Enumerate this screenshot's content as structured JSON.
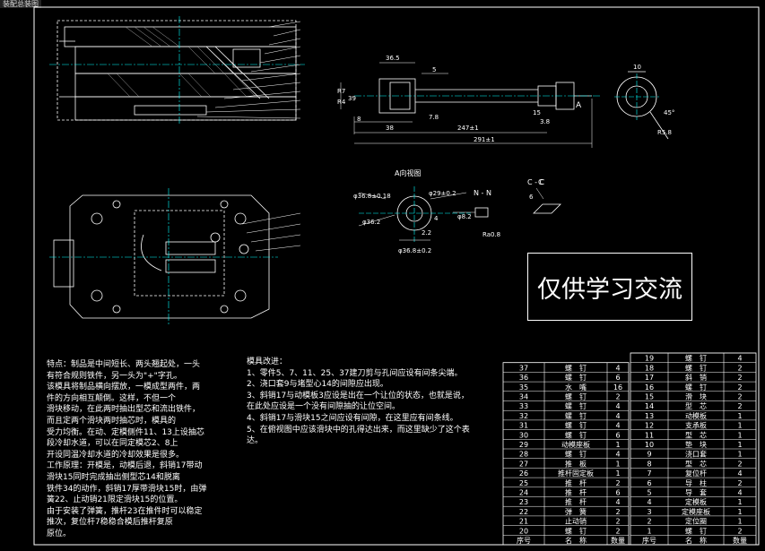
{
  "window_title": "装配总装图",
  "watermark": "仅供学习交流",
  "views": {
    "view_a": "A向视图",
    "section_nn": "N - N",
    "section_cc": "C - C",
    "label_a": "A",
    "label_c": "C"
  },
  "dimensions": {
    "d_36_5": "36.5",
    "d_5": "5",
    "d_7_8": "7.8",
    "d_38": "38",
    "d_8": "8",
    "d_247": "247±1",
    "d_291": "291±1",
    "d_3_8": "3.8",
    "d_15": "15",
    "d_10": "10",
    "d_45": "45°",
    "d_r58": "R5.8",
    "d_r7": "R7",
    "d_r4": "R4",
    "d_phi36": "φ36.8±0.18",
    "d_phi29": "φ29±0.2",
    "d_phi36_2": "φ36.2",
    "d_4": "4",
    "d_phi8_2": "φ8.2",
    "d_2_2": "2.2",
    "d_phi36_8": "φ36.8±0.2",
    "d_ra": "Ra0.8",
    "d_6": "6",
    "d_39": "39"
  },
  "notes_left": [
    "特点：制品是中间短长、两头翘起处，一头",
    "有符合规则铁件，另一头为\"+\"字孔。",
    "该模具将制品横向摆放，一模成型两件，两",
    "件的方向相互颠倒。这样，不但一个",
    "滑块移动，在此两时抽出型芯和流出铁件，",
    "而且定两个滑块两时抽芯时，模具的",
    "受力均衡。在动、定模侧件11、13上设抽芯",
    "段冷却水道，可以在同定模芯2、8上",
    "开设同温冷却水道的冷却效果是很多。",
    "工作原理：开模是，动模后退，斜销17带动",
    "滑块15同时完成抽出侧型芯14和脱离",
    "铁件34的动作，斜销17厚带滑块15时，由弹",
    "簧22、止动销21限定滑块15的位置。",
    "由于安装了弹簧，推杆23在推件时可以稳定",
    "推次，复位杆7稳稳合模后推杆复原",
    "原位。"
  ],
  "notes_right_title": "模具改进：",
  "notes_right": [
    "1、零件5、7、11、25、37建刀剪与孔间应设有间条尖端。",
    "2、浇口套9与堵型心14的间隙应出现。",
    "3、斜销17与动模板3应设是出在一个让位的状态，也就是说，",
    "在此处应设是一个没有间隙抽的让位空间。",
    "4、斜销17与滑块15之间应设有间隙，在这里应有间条线。",
    "5、在俯视图中应该滑块中的孔得达出来，而这里缺少了这个表",
    "达。"
  ],
  "bom": {
    "left": [
      {
        "no": "37",
        "name": "螺　钉",
        "qty": "4"
      },
      {
        "no": "36",
        "name": "螺　钉",
        "qty": "6"
      },
      {
        "no": "35",
        "name": "水　嘴",
        "qty": "16"
      },
      {
        "no": "34",
        "name": "螺　钉",
        "qty": "2"
      },
      {
        "no": "33",
        "name": "螺　钉",
        "qty": "4"
      },
      {
        "no": "32",
        "name": "螺　钉",
        "qty": "4"
      },
      {
        "no": "31",
        "name": "螺　钉",
        "qty": "4"
      },
      {
        "no": "30",
        "name": "螺　钉",
        "qty": "6"
      },
      {
        "no": "29",
        "name": "动模座板",
        "qty": "1"
      },
      {
        "no": "28",
        "name": "螺　钉",
        "qty": "4"
      },
      {
        "no": "27",
        "name": "推　板",
        "qty": "1"
      },
      {
        "no": "26",
        "name": "推杆固定板",
        "qty": "1"
      },
      {
        "no": "25",
        "name": "推　杆",
        "qty": "2"
      },
      {
        "no": "24",
        "name": "推　杆",
        "qty": "6"
      },
      {
        "no": "23",
        "name": "推　杆",
        "qty": "4"
      },
      {
        "no": "22",
        "name": "弹　簧",
        "qty": "2"
      },
      {
        "no": "21",
        "name": "止动销",
        "qty": "2"
      },
      {
        "no": "20",
        "name": "螺　钉",
        "qty": "2"
      },
      {
        "no": "序号",
        "name": "名　称",
        "qty": "数量"
      }
    ],
    "right": [
      {
        "no": "19",
        "name": "螺　钉",
        "qty": "4"
      },
      {
        "no": "18",
        "name": "螺　钉",
        "qty": "2"
      },
      {
        "no": "17",
        "name": "斜　销",
        "qty": "2"
      },
      {
        "no": "16",
        "name": "螺　钉",
        "qty": "2"
      },
      {
        "no": "15",
        "name": "滑　块",
        "qty": "2"
      },
      {
        "no": "14",
        "name": "型　芯",
        "qty": "2"
      },
      {
        "no": "13",
        "name": "动模板",
        "qty": "1"
      },
      {
        "no": "12",
        "name": "支承板",
        "qty": "1"
      },
      {
        "no": "11",
        "name": "型　芯",
        "qty": "1"
      },
      {
        "no": "10",
        "name": "垫　块",
        "qty": "1"
      },
      {
        "no": "9",
        "name": "浇口套",
        "qty": "1"
      },
      {
        "no": "8",
        "name": "型　芯",
        "qty": "2"
      },
      {
        "no": "7",
        "name": "复位杆",
        "qty": "4"
      },
      {
        "no": "6",
        "name": "导　柱",
        "qty": "2"
      },
      {
        "no": "5",
        "name": "导　套",
        "qty": "4"
      },
      {
        "no": "4",
        "name": "定模板",
        "qty": "1"
      },
      {
        "no": "3",
        "name": "定模座板",
        "qty": "1"
      },
      {
        "no": "2",
        "name": "定位圈",
        "qty": "1"
      },
      {
        "no": "1",
        "name": "螺　钉",
        "qty": "2"
      },
      {
        "no": "序号",
        "name": "名　称",
        "qty": "数量"
      }
    ]
  },
  "colors": {
    "background": "#000000",
    "line_white": "#ffffff",
    "line_cyan": "#00ffff",
    "accent_yellow": "#ffff00"
  }
}
